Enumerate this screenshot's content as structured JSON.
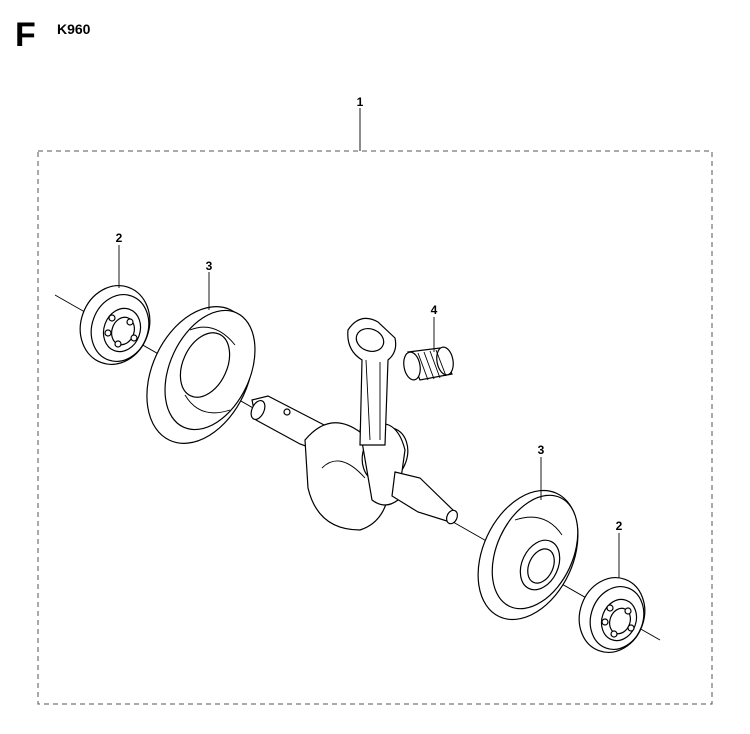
{
  "header": {
    "section_letter": "F",
    "model": "K960"
  },
  "callouts": {
    "assembly": "1",
    "bearing_left": "2",
    "bearing_right": "2",
    "seal_left": "3",
    "seal_right": "3",
    "needle_bearing": "4"
  }
}
